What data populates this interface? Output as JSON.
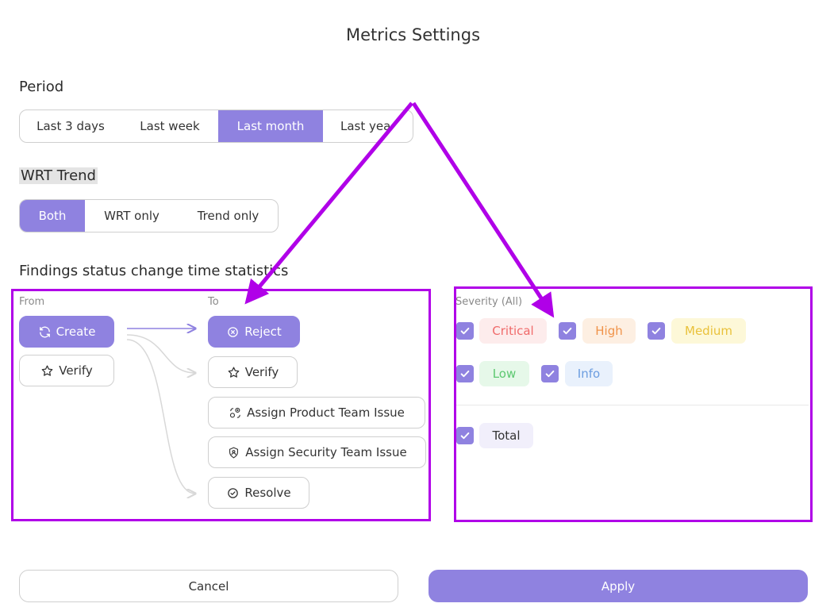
{
  "dialog": {
    "title": "Metrics Settings"
  },
  "period": {
    "label": "Period",
    "options": [
      "Last 3 days",
      "Last week",
      "Last month",
      "Last yea"
    ],
    "selected": "Last month"
  },
  "wrt_trend": {
    "label": "WRT Trend",
    "options": [
      "Both",
      "WRT only",
      "Trend only"
    ],
    "selected": "Both"
  },
  "findings": {
    "label": "Findings status change time statistics",
    "from_label": "From",
    "to_label": "To",
    "from_items": [
      {
        "label": "Create",
        "icon": "refresh-icon",
        "selected": true
      },
      {
        "label": "Verify",
        "icon": "star-icon",
        "selected": false
      }
    ],
    "to_items": [
      {
        "label": "Reject",
        "icon": "x-circle-icon",
        "selected": true
      },
      {
        "label": "Verify",
        "icon": "star-icon",
        "selected": false
      },
      {
        "label": "Assign Product Team Issue",
        "icon": "team-icon",
        "selected": false
      },
      {
        "label": "Assign Security Team Issue",
        "icon": "shield-user-icon",
        "selected": false
      },
      {
        "label": "Resolve",
        "icon": "check-circle-icon",
        "selected": false
      }
    ]
  },
  "severity": {
    "label": "Severity (All)",
    "items": [
      {
        "label": "Critical",
        "checked": true,
        "color": "#f06a6a",
        "bg": "#fdecec"
      },
      {
        "label": "High",
        "checked": true,
        "color": "#f0934a",
        "bg": "#fdefe2"
      },
      {
        "label": "Medium",
        "checked": true,
        "color": "#e9c13a",
        "bg": "#fdf8d8"
      },
      {
        "label": "Low",
        "checked": true,
        "color": "#5cc870",
        "bg": "#e6f8e9"
      },
      {
        "label": "Info",
        "checked": true,
        "color": "#6b9de0",
        "bg": "#e9f1fc"
      }
    ],
    "total": {
      "label": "Total",
      "checked": true
    }
  },
  "footer": {
    "cancel_label": "Cancel",
    "apply_label": "Apply"
  },
  "colors": {
    "accent": "#8f82e0",
    "annotation": "#b000e8"
  }
}
